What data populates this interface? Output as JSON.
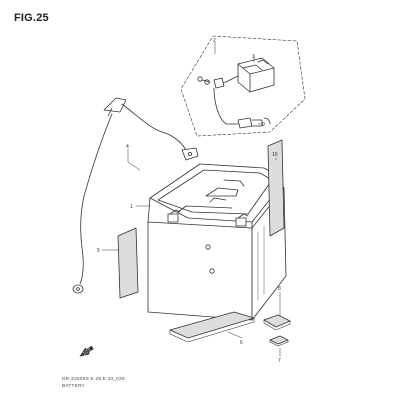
{
  "figure": {
    "title": "FIG.25",
    "model_code": "DR-Z250K9 E.28,E.33_025",
    "caption": "BATTERY"
  },
  "callouts": [
    {
      "id": "c1",
      "label": "1"
    },
    {
      "id": "c2",
      "label": "2"
    },
    {
      "id": "c3",
      "label": "3"
    },
    {
      "id": "c4",
      "label": "4"
    },
    {
      "id": "c5",
      "label": "5"
    },
    {
      "id": "c6",
      "label": "6"
    },
    {
      "id": "c7",
      "label": "7"
    },
    {
      "id": "c8",
      "label": "8"
    },
    {
      "id": "c9",
      "label": "9"
    },
    {
      "id": "c10",
      "label": "10"
    }
  ],
  "icons": {
    "front_arrow": "front-arrow-icon"
  },
  "colors": {
    "line": "#333333",
    "pad": "#dddddd",
    "pad_dark": "#bdbdbd",
    "background": "#ffffff"
  }
}
